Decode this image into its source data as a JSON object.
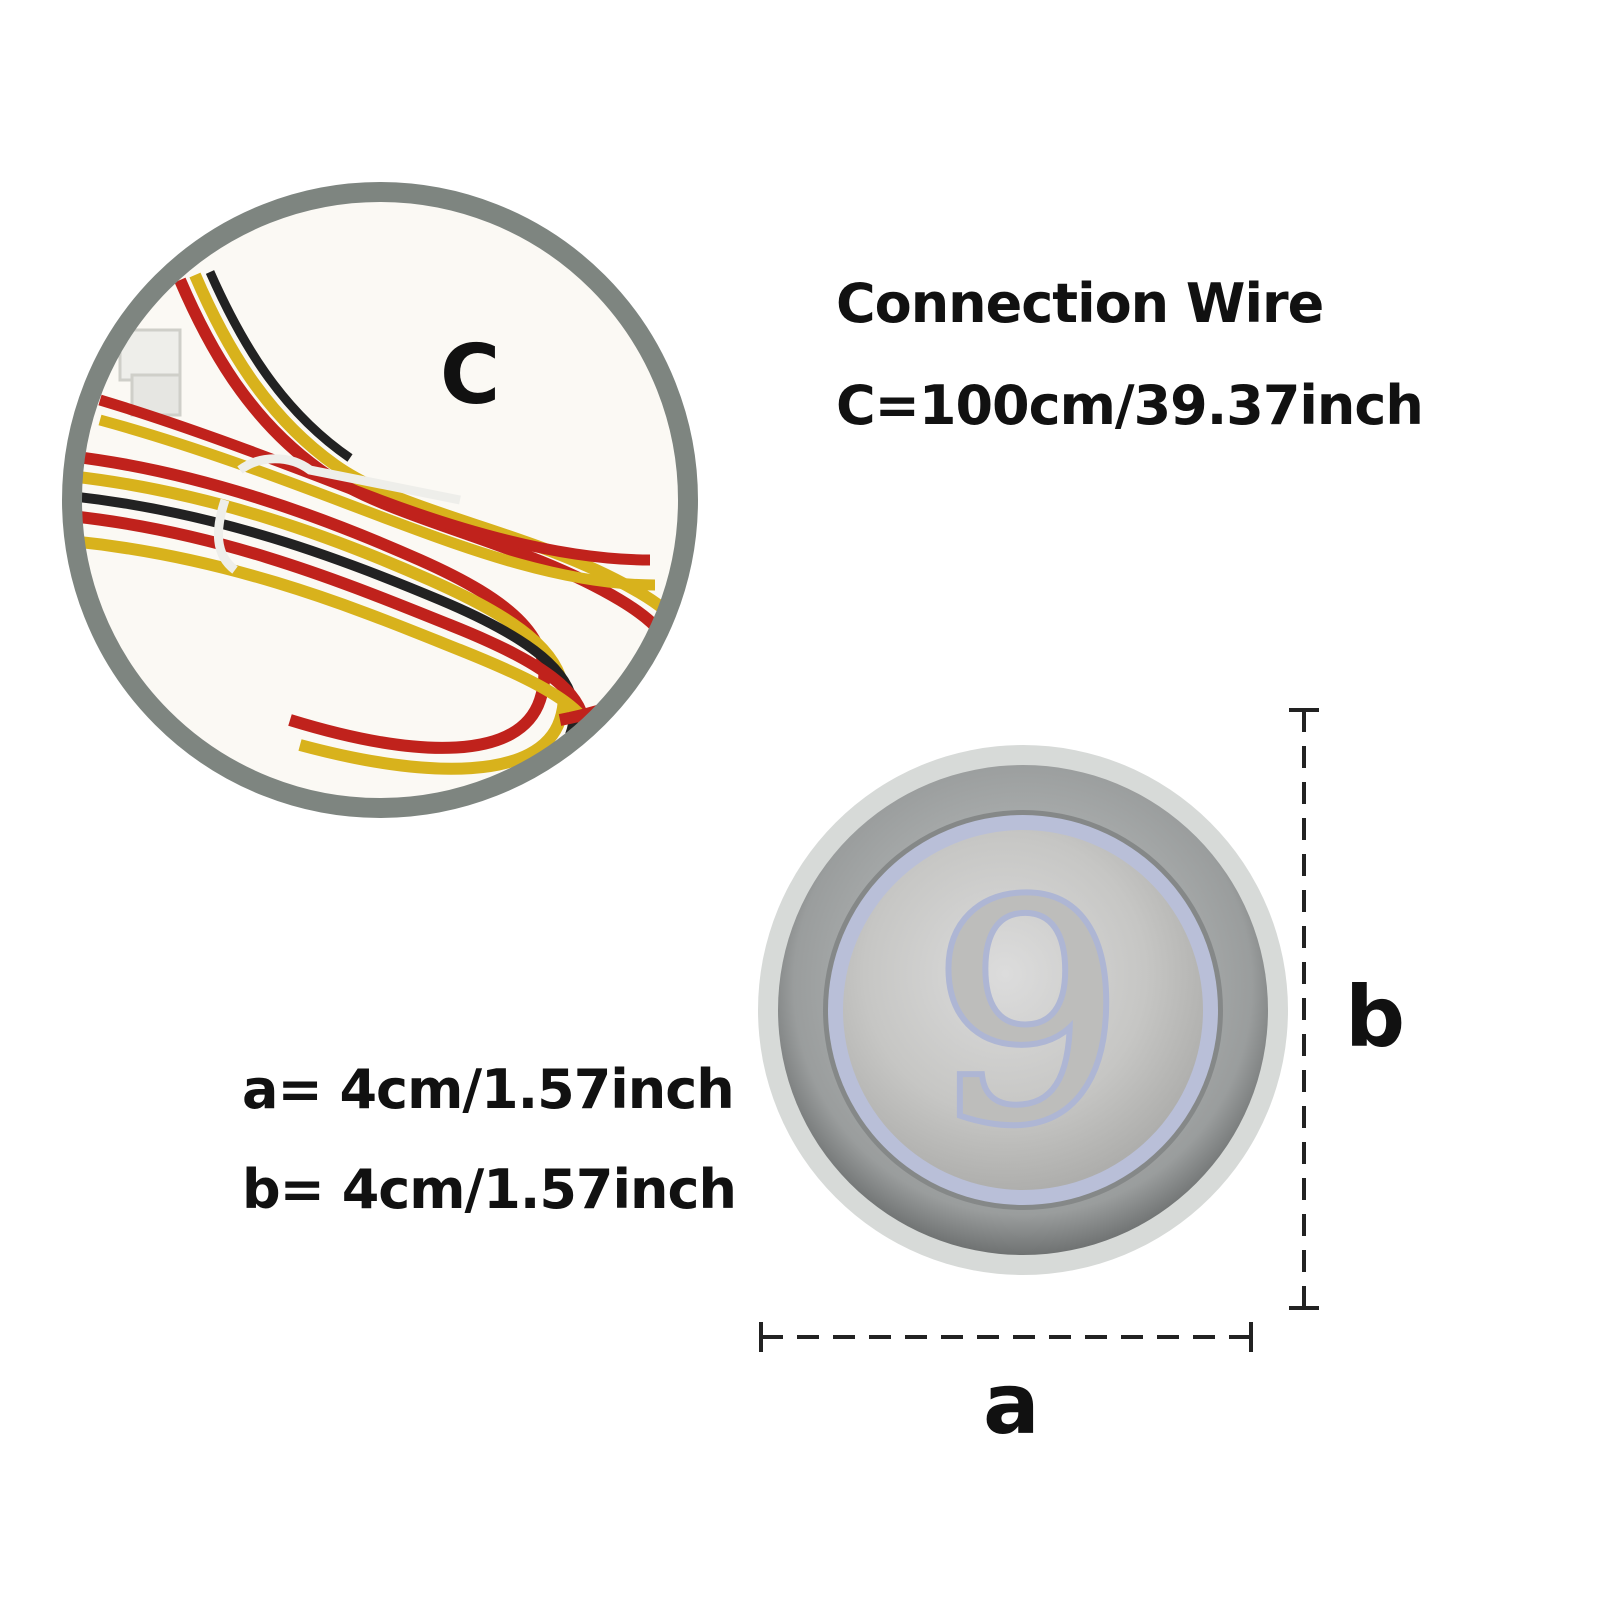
{
  "wire": {
    "title": "Connection Wire",
    "length": "C=100cm/39.37inch",
    "marker": "C"
  },
  "dimensions": {
    "a_text": "a= 4cm/1.57inch",
    "b_text": "b= 4cm/1.57inch",
    "a_marker": "a",
    "b_marker": "b"
  },
  "button": {
    "floor_number": "9"
  },
  "colors": {
    "frame_gray": "#7e8580",
    "wire_red": "#c0221c",
    "wire_yellow": "#d8b21c",
    "wire_black": "#222222",
    "text": "#111111"
  }
}
